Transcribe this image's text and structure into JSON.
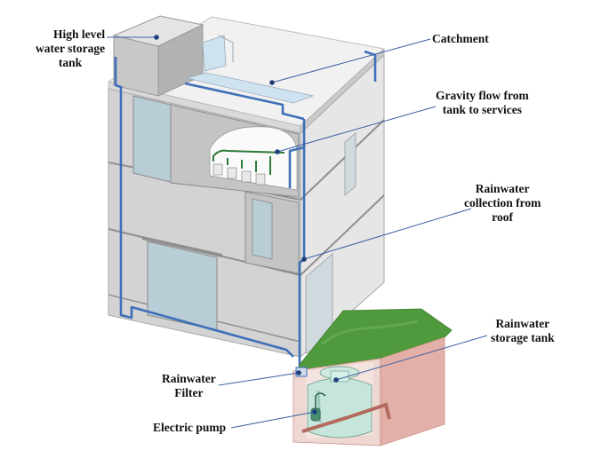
{
  "diagram": {
    "labels": {
      "high_level_tank": [
        "High level",
        "water storage",
        "tank"
      ],
      "catchment": "Catchment",
      "gravity_flow": [
        "Gravity flow from",
        "tank to services"
      ],
      "rainwater_collection": [
        "Rainwater",
        "collection from",
        "roof"
      ],
      "rainwater_storage": [
        "Rainwater",
        "storage tank"
      ],
      "rainwater_filter": [
        "Rainwater",
        "Filter"
      ],
      "electric_pump": "Electric pump"
    }
  },
  "colors": {
    "pipe": "#3f6fb8",
    "building_wall": "#d4d4d4",
    "building_dark": "#a9a9a9",
    "roof": "#f1f1f1",
    "window": "#b9cdd6",
    "grass": "#4f9a3c",
    "soil": "#e3b0a8",
    "tank": "#c6e6dc",
    "leader_line": "#3a5f9f"
  }
}
